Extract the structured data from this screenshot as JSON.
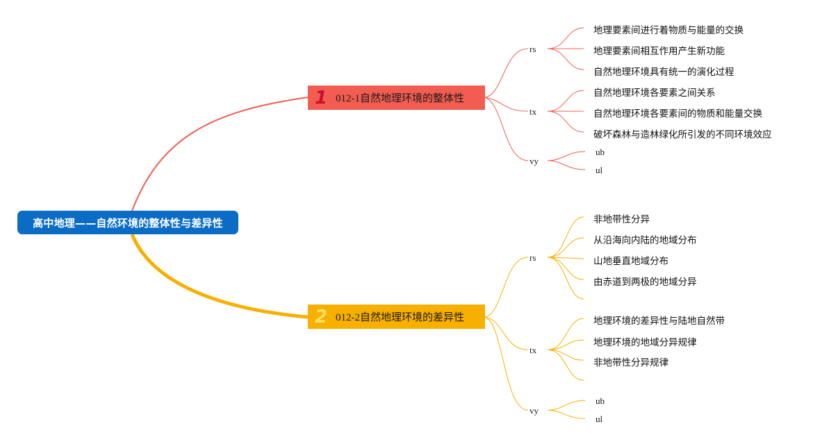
{
  "root": {
    "label": "高中地理——自然环境的整体性与差异性"
  },
  "colors": {
    "root": "#0a6cc4",
    "branch1": "#f25c51",
    "branch2": "#f8b000"
  },
  "branches": [
    {
      "number": "1",
      "label": "012-1自然地理环境的整体性",
      "groups": [
        {
          "label": "rs",
          "items": [
            "地理要素间进行着物质与能量的交换",
            "地理要素间相互作用产生新功能",
            "自然地理环境具有统一的演化过程"
          ]
        },
        {
          "label": "tx",
          "items": [
            "自然地理环境各要素之间关系",
            "自然地理环境各要素间的物质和能量交换",
            "破坏森林与造林绿化所引发的不同环境效应"
          ]
        },
        {
          "label": "vy",
          "items": [
            "ub",
            "ul"
          ]
        }
      ]
    },
    {
      "number": "2",
      "label": "012-2自然地理环境的差异性",
      "groups": [
        {
          "label": "rs",
          "items": [
            "非地带性分异",
            "从沿海向内陆的地域分布",
            "山地垂直地域分布",
            "由赤道到两极的地域分异"
          ]
        },
        {
          "label": "tx",
          "items": [
            "地理环境的差异性与陆地自然带",
            "地理环境的地域分异规律",
            "非地带性分异规律"
          ]
        },
        {
          "label": "vy",
          "items": [
            "ub",
            "ul"
          ]
        }
      ]
    }
  ]
}
